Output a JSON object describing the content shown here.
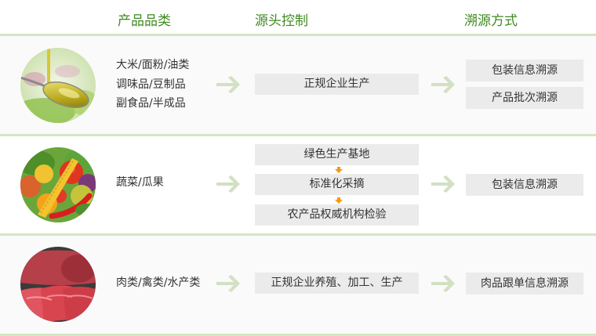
{
  "header": {
    "category_label": "产品品类",
    "source_label": "源头控制",
    "trace_label": "溯源方式"
  },
  "colors": {
    "header_text": "#3f8a22",
    "separator": "#d4e6c4",
    "box_bg": "#ebebeb",
    "arrow_green": "#d2e0c3",
    "arrow_orange": "#f59a0e"
  },
  "rows": [
    {
      "image_icon": "olive-oil-spoon-image",
      "categories": [
        "大米/面粉/油类",
        "调味品/豆制品",
        "副食品/半成品"
      ],
      "source_steps": [
        "正规企业生产"
      ],
      "trace_methods": [
        "包装信息溯源",
        "产品批次溯源"
      ]
    },
    {
      "image_icon": "vegetables-image",
      "categories": [
        "蔬菜/瓜果"
      ],
      "source_steps": [
        "绿色生产基地",
        "标准化采摘",
        "农产品权威机构检验"
      ],
      "trace_methods": [
        "包装信息溯源"
      ]
    },
    {
      "image_icon": "meat-image",
      "categories": [
        "肉类/禽类/水产类"
      ],
      "source_steps": [
        "正规企业养殖、加工、生产"
      ],
      "trace_methods": [
        "肉品跟单信息溯源"
      ]
    }
  ]
}
